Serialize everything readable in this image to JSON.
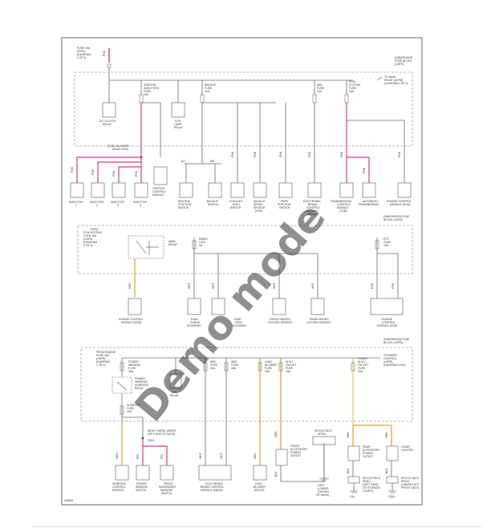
{
  "diagram_id": "169355",
  "watermark": "Demo mode",
  "colors": {
    "wire": "#6a6a6a",
    "pink": "#d63c8c",
    "orange": "#e8a23a",
    "yellow": "#e0d060",
    "red": "#d63030",
    "box": "#555555",
    "watermark": "#9a9a9a"
  },
  "section1": {
    "top_fuse": [
      "FUSE 10A",
      "(IPFB)",
      "(DIAGRAM",
      "1 OF 4)"
    ],
    "block_title": [
      "UNDERHOOD",
      "FUSE BLOCK",
      "(UHFB)"
    ],
    "relay_note": [
      "TO MAIN",
      "RELAY (UHFB)",
      "(DIAGRAM 2 OF 4)"
    ],
    "wiring_note": [
      "(FUEL INJ HARN",
      "NEAR C100)"
    ],
    "fuses": [
      {
        "label": [
          "IGNITION",
          "INJECTORS",
          "FUSE",
          "15A"
        ]
      },
      {
        "label": [
          "BACKUP",
          "FUSE",
          "10A"
        ]
      },
      {
        "label": [
          "ABS",
          "FUSE",
          "10A"
        ]
      },
      {
        "label": [
          "PCM",
          "SYSTEM",
          "FUSE",
          "10A"
        ]
      }
    ],
    "relays": [
      {
        "label": [
          "A/C CLUTCH",
          "RELAY"
        ]
      },
      {
        "label": [
          "FOG",
          "LAMP",
          "RELAY"
        ]
      }
    ],
    "components": [
      {
        "label": [
          "INJECTOR",
          "1"
        ]
      },
      {
        "label": [
          "INJECTOR",
          "2"
        ]
      },
      {
        "label": [
          "INJECTOR",
          "3"
        ]
      },
      {
        "label": [
          "INJECTOR",
          "4"
        ]
      },
      {
        "label": [
          "IGNITION",
          "CONTROL",
          "MODULE"
        ]
      },
      {
        "label": [
          "NEUTRAL",
          "POSITION",
          "SWITCH"
        ]
      },
      {
        "label": [
          "BACKUP",
          "SWITCH"
        ]
      },
      {
        "label": [
          "COOLANT",
          "LEVEL",
          "SWITCH"
        ]
      },
      {
        "label": [
          "VEHICLE",
          "SPEED",
          "SENSOR",
          "(VSS)"
        ]
      },
      {
        "label": [
          "PARK",
          "POSITION",
          "SWITCH"
        ]
      },
      {
        "label": [
          "ELECTRONIC",
          "BRAKE",
          "CONTROL",
          "MODULE",
          "(EBCM)"
        ]
      },
      {
        "label": [
          "TRANSMISSION",
          "CONTROL",
          "MODULE",
          "(TCM)"
        ]
      },
      {
        "label": [
          "AUTOMATIC",
          "TRANSMISSION"
        ]
      },
      {
        "label": [
          "ENGINE CONTROL",
          "MODULE (ECM)"
        ]
      }
    ],
    "switch_marks": [
      "A/T",
      "M/T"
    ],
    "wire_colors": [
      "PNK",
      "PNK",
      "PNK",
      "PNK",
      "PNK",
      "PNK",
      "PNK",
      "PNK",
      "PNK",
      "PNK",
      "PNK",
      "PNK",
      "PNK",
      "PNK"
    ]
  },
  "section2": {
    "block_title": [
      "UNDERHOOD FUSE",
      "BLOCK (UHFB)"
    ],
    "from_note": [
      "FROM",
      "PCM SYSTEM",
      "FUSE 10A",
      "(UHFB)",
      "(DIAGRAM",
      "2 OF 4)"
    ],
    "relay": [
      "MAIN",
      "RELAY"
    ],
    "fuses": [
      {
        "label": [
          "EMISS",
          "1/2/3",
          "5A"
        ]
      },
      {
        "label": [
          "ETC",
          "FUSE",
          "15A"
        ]
      }
    ],
    "components": [
      {
        "label": [
          "ENGINE CONTROL",
          "MODULE (ECM)"
        ]
      },
      {
        "label": [
          "EVAP",
          "PURGE",
          "SOLENOID"
        ]
      },
      {
        "label": [
          "EVAP",
          "VENT",
          "SOLENOID"
        ]
      },
      {
        "label": [
          "FRONT HEATED",
          "OXYGEN SENSOR"
        ]
      },
      {
        "label": [
          "REAR HEATED",
          "OXYGEN SENSOR"
        ]
      },
      {
        "label": [
          "ENGINE",
          "CONTROL",
          "MODULE (ECM)"
        ]
      }
    ],
    "wire_colors": [
      "ORN",
      "WHT",
      "WHT",
      "WHT",
      "WHT",
      "PNK",
      "PNK"
    ]
  },
  "section3": {
    "block_title": [
      "UNDERHOOD FUSE",
      "BLOCK (UHFB)"
    ],
    "from_note": [
      "FROM ENGINE",
      "FUSE 40A",
      "(UHFB)",
      "(DIAGRAM",
      "1 OF 4)"
    ],
    "to_note": [
      "TO WIPER",
      "CONTROL",
      "(UHFB)",
      "(DIAGRAM 3 ON)"
    ],
    "fuses": [
      {
        "label": [
          "POWER",
          "WINDOW",
          "FUSE",
          "30A"
        ]
      },
      {
        "label": [
          "ABS",
          "FUSE",
          "20A"
        ]
      },
      {
        "label": [
          "ABS",
          "FUSE",
          "40A"
        ]
      },
      {
        "label": [
          "HVAC",
          "BLOWER",
          "FUSE",
          "40A"
        ]
      },
      {
        "label": [
          "AUX 1",
          "OUTLET",
          "FUSE",
          "15A"
        ]
      },
      {
        "label": [
          "CIGAR/",
          "AUX 2",
          "OUTLET",
          "FUSE",
          "20A"
        ]
      },
      {
        "label": [
          "SUNROOF",
          "FUSE",
          "20A"
        ]
      }
    ],
    "relays": [
      {
        "label": [
          "POWER",
          "WINDOW/",
          "SUNROOF",
          "RELAY"
        ]
      },
      {
        "label": [
          "DRL",
          "RELAY"
        ]
      }
    ],
    "harness_note": [
      "(BODY HARN, UNDER",
      "LEFT SIDE OF DASH)",
      "S304"
    ],
    "splice_top": [
      "SPLICE PACK",
      "SP203"
    ],
    "components": [
      {
        "label": [
          "SUNROOF",
          "CONTROL",
          "MODULE"
        ]
      },
      {
        "label": [
          "DRIVER",
          "WINDOW",
          "SWITCH"
        ]
      },
      {
        "label": [
          "FRONT",
          "PASSENGER",
          "WINDOW",
          "SWITCH"
        ]
      },
      {
        "label": [
          "ELECTRONIC",
          "BRAKE CONTROL",
          "MODULE (EBCM)"
        ]
      },
      {
        "label": [
          "HVAC",
          "BLOWER",
          "MOTOR"
        ]
      },
      {
        "label": [
          "FRONT",
          "ACCESSORY",
          "POWER",
          "OUTLET"
        ]
      },
      {
        "label": [
          "REAR",
          "ACCESSORY",
          "POWER",
          "OUTLET"
        ]
      },
      {
        "label": [
          "CIGAR",
          "LIGHTER"
        ]
      },
      {
        "label": [
          "G203",
          "(LOWER",
          "CENTER",
          "OF DASH)"
        ]
      },
      {
        "label": [
          "SPLICE PACK",
          "SP301",
          "(LEFT REAR",
          "OF STORAGE",
          "COMPT)"
        ]
      },
      {
        "label": [
          "SPLICE PACK",
          "SP101",
          "(UNDER LEFT",
          "FRONT SEAT)"
        ]
      }
    ],
    "grounds": [
      "G41",
      "G301"
    ],
    "wire_colors": [
      "ORN",
      "PPL",
      "PPL",
      "BLK",
      "WHT",
      "WHT",
      "ORN",
      "ORN",
      "BLK",
      "ORN",
      "BLK",
      "ORN",
      "BLK"
    ]
  }
}
